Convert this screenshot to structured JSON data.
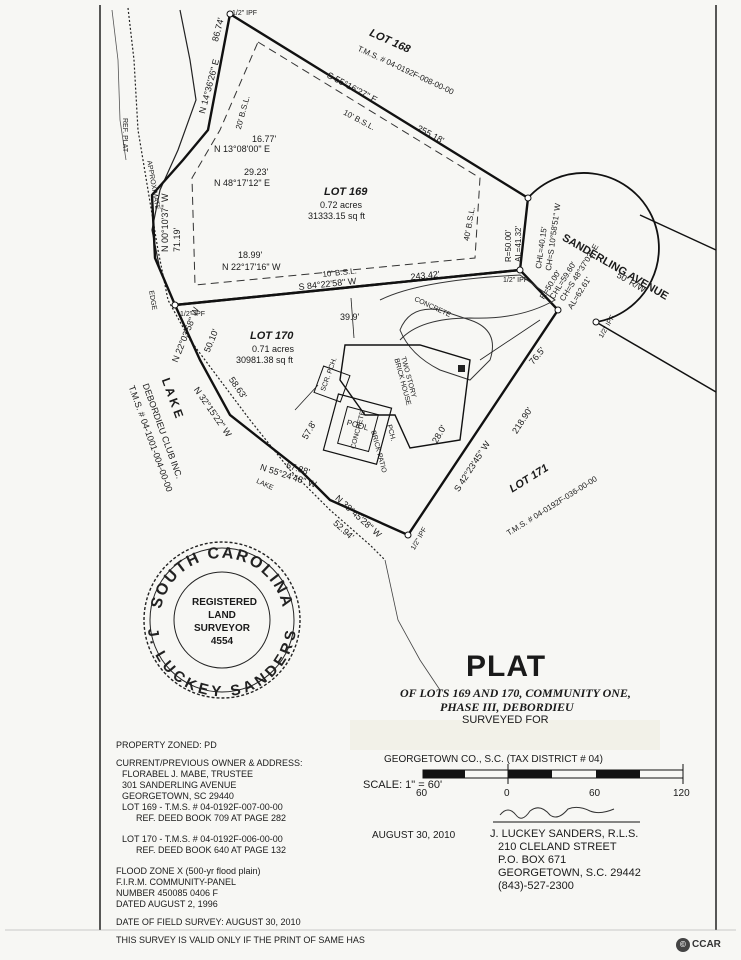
{
  "plat": {
    "title": "PLAT",
    "subtitle_line1": "OF LOTS 169 AND 170, COMMUNITY ONE,",
    "subtitle_line2": "PHASE III, DEBORDIEU",
    "surveyed_for": "SURVEYED FOR",
    "county": "GEORGETOWN CO., S.C. (TAX DISTRICT # 04)",
    "date": "AUGUST 30, 2010"
  },
  "scale": {
    "label": "SCALE: 1\" = 60'",
    "ticks": [
      "60",
      "0",
      "60",
      "120"
    ]
  },
  "surveyor": {
    "name": "J. LUCKEY SANDERS, R.L.S.",
    "street": "210 CLELAND STREET",
    "pobox": "P.O. BOX 671",
    "city": "GEORGETOWN, S.C.   29442",
    "phone": "(843)-527-2300"
  },
  "seal": {
    "top": "SOUTH CAROLINA",
    "bottom": "J. LUCKEY SANDERS",
    "center1": "REGISTERED",
    "center2": "LAND",
    "center3": "SURVEYOR",
    "number": "4554"
  },
  "notes": {
    "zoned": "PROPERTY ZONED:  PD",
    "owner_heading": "CURRENT/PREVIOUS OWNER & ADDRESS:",
    "owner1": "FLORABEL J. MABE, TRUSTEE",
    "owner2": "301 SANDERLING AVENUE",
    "owner3": "GEORGETOWN, SC  29440",
    "lot169": "LOT 169 - T.M.S. # 04-0192F-007-00-00",
    "lot169_ref": "REF. DEED BOOK  709 AT PAGE  282",
    "lot170": "LOT 170 - T.M.S. # 04-0192F-006-00-00",
    "lot170_ref": "REF. DEED BOOK  640  AT PAGE  132",
    "flood1": "FLOOD ZONE X (500-yr flood plain)",
    "flood2": "F.I.R.M. COMMUNITY-PANEL",
    "flood3": "NUMBER 450085 0406 F",
    "flood4": "DATED AUGUST 2, 1996",
    "field_survey": "DATE OF FIELD SURVEY:  AUGUST 30, 2010",
    "validity": "THIS SURVEY IS VALID ONLY IF THE PRINT OF SAME HAS"
  },
  "lots": {
    "lot168": "LOT  168",
    "lot168_tms": "T.M.S. # 04-0192F-008-00-00",
    "lot169": "LOT  169",
    "lot169_acres": "0.72 acres",
    "lot169_sqft": "31333.15 sq ft",
    "lot170": "LOT  170",
    "lot170_acres": "0.71 acres",
    "lot170_sqft": "30981.38 sq ft",
    "lot171": "LOT  171",
    "lot171_tms": "T.M.S. # 04-0192F-036-00-00"
  },
  "labels": {
    "sanderling": "SANDERLING AVENUE",
    "row": "50' R/W",
    "lake": "L A K E",
    "deb_club1": "DEBORDIEU CLUB INC.",
    "deb_club2": "T.M.S. # 04-1001-004-00-00",
    "ref_plat": "REF. PLAT",
    "approx": "APPROXIMATE",
    "edge": "EDGE",
    "lake_small": "LAKE",
    "concrete": "CONCRETE",
    "concrete2": "CONCRETE",
    "pool": "POOL",
    "house": "TWO STORY BRICK HOUSE",
    "scr_pch": "SCR. PCH.",
    "brick_patio": "BRICK PATIO",
    "pch": "PCH.",
    "bsl_top": "10' B.S.L.",
    "bsl_bottom": "10' B.S.L.",
    "bsl_left": "20' B.S.L.",
    "bsl_right": "40' B.S.L.",
    "ipf": "1/2\" IPF",
    "b1": "S 55°16'27\" E",
    "b1_len": "255.18'",
    "b2": "N 14°36'26\" E",
    "b2_len": "86.74'",
    "b3": "N 00°10'37\" W",
    "b3_len": "71.19'",
    "b4": "S 84°22'58\" W",
    "b4_len": "243.42'",
    "b5": "N 22°17'16\" W",
    "b5_len": "18.99'",
    "b6": "N 13°08'00\" E",
    "b6_len": "16.77'",
    "b7": "N 48°17'12\" E",
    "b7_len": "29.23'",
    "b8": "N 22°03'58\" W",
    "b8_len": "50.10'",
    "b9": "N 32°15'22\" W",
    "b9_len": "58.63'",
    "b10": "N 55°24'48\" W",
    "b10_len": "67.88'",
    "b11": "N 38°45'28\" W",
    "b11_len": "52.94'",
    "b12": "S 42°23'45\" W",
    "b12_len": "218.90'",
    "arc1": "R=50.00'",
    "arc1b": "AL=41.32'",
    "arc2": "CHL=40.15'",
    "arc2b": "CH=S 10°58'51\" W",
    "arc3": "CH=S 48°37'02\" E",
    "arc3b": "CHL=59.60'",
    "arc3c": "R=50.00'",
    "arc3d": "AL=62.61'",
    "d1": "39.9'",
    "d2": "57.8'",
    "d3": "76.5'",
    "d4": "28.0'"
  },
  "watermark": "CCAR"
}
